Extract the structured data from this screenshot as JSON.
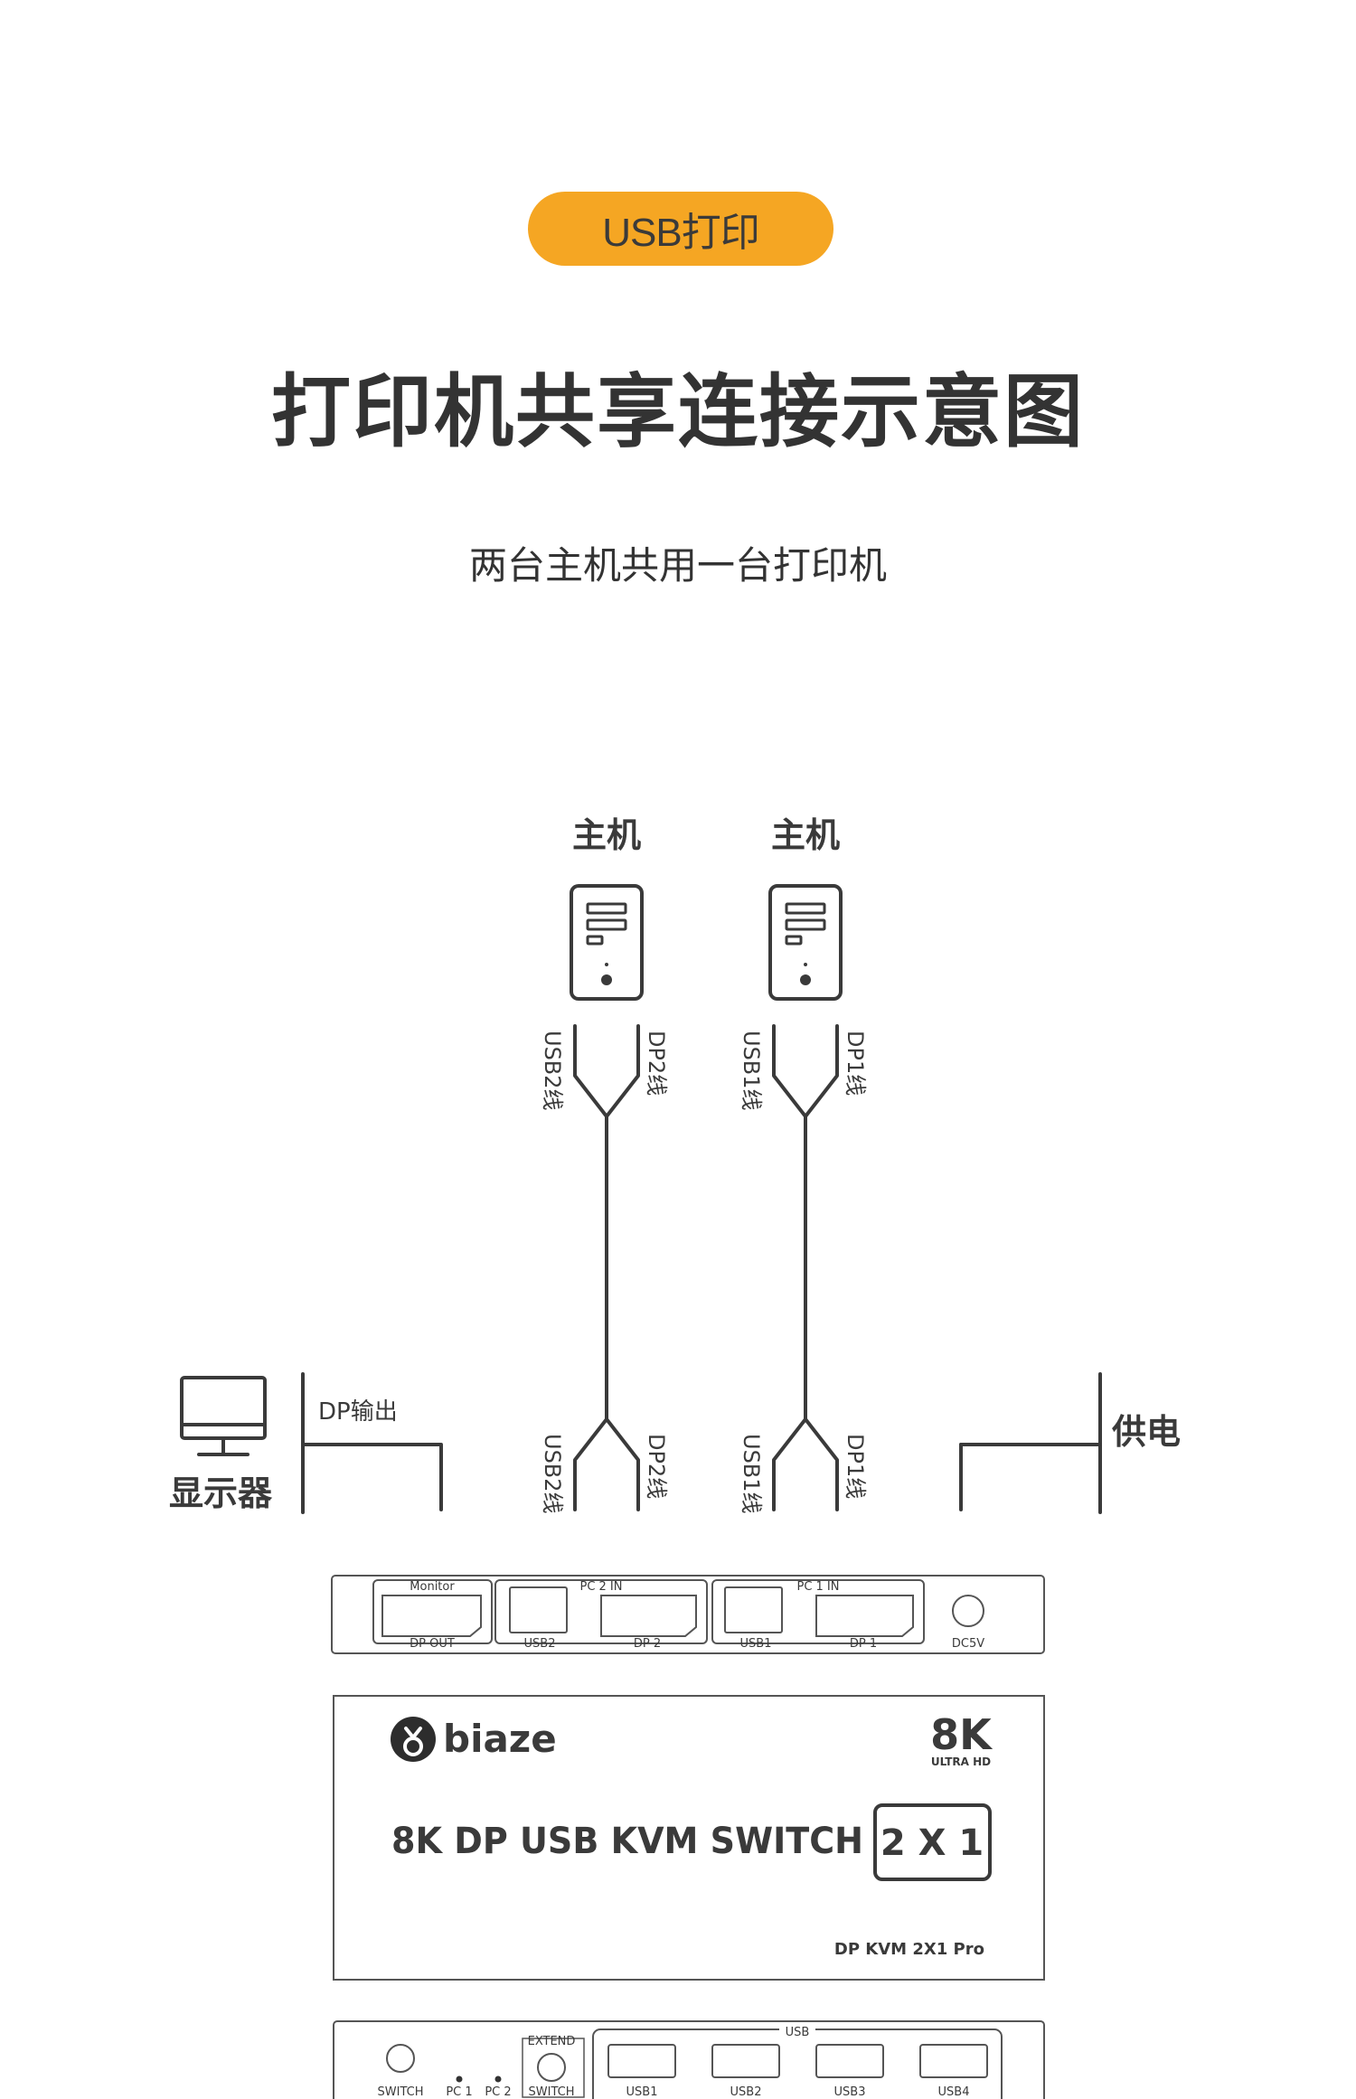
{
  "badge": "USB打印",
  "title": "打印机共享连接示意图",
  "subtitle": "两台主机共用一台打印机",
  "diagram": {
    "host_left_label": "主机",
    "host_right_label": "主机",
    "host2_top_usb": "USB2线",
    "host2_top_dp": "DP2线",
    "host1_top_usb": "USB1线",
    "host1_top_dp": "DP1线",
    "host2_bottom_usb": "USB2线",
    "host2_bottom_dp": "DP2线",
    "host1_bottom_usb": "USB1线",
    "host1_bottom_dp": "DP1线",
    "monitor_label": "显示器",
    "dp_output_label": "DP输出",
    "power_label": "供电"
  },
  "back_panel": {
    "monitor_top": "Monitor",
    "dp_out": "DP OUT",
    "pc2_in": "PC 2 IN",
    "usb2": "USB2",
    "dp2": "DP 2",
    "pc1_in": "PC 1 IN",
    "usb1": "USB1",
    "dp1": "DP 1",
    "dc5v": "DC5V"
  },
  "device": {
    "brand": "biaze",
    "resolution": "8K",
    "resolution_sub": "ULTRA HD",
    "product_name": "8K DP USB KVM SWITCH",
    "ratio": "2 X 1",
    "model": "DP KVM 2X1 Pro"
  },
  "front_panel": {
    "switch": "SWITCH",
    "pc1": "PC 1",
    "pc2": "PC 2",
    "extend": "EXTEND",
    "switch2": "SWITCH",
    "usb_group": "USB",
    "usb1": "USB1",
    "usb2": "USB2",
    "usb3": "USB3",
    "usb4": "USB4"
  },
  "colors": {
    "accent": "#f5a623",
    "line": "#3a3a3a"
  }
}
